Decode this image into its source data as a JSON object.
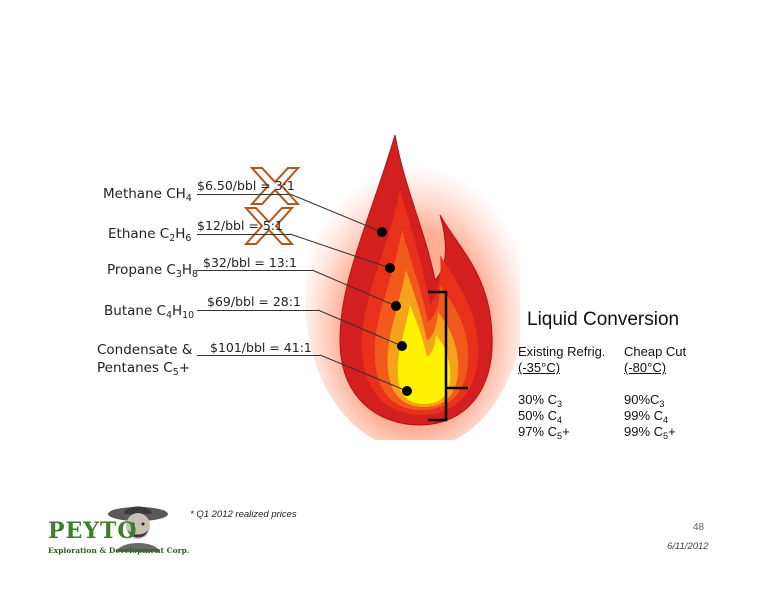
{
  "components": [
    {
      "name": "Methane CH",
      "sub": "4",
      "price": "$6.50/bbl = 3:1",
      "crossed": true
    },
    {
      "name": "Ethane C",
      "sub": "2",
      "name2": "H",
      "sub2": "6",
      "price": "$12/bbl = 5:1",
      "crossed": true
    },
    {
      "name": "Propane C",
      "sub": "3",
      "name2": "H",
      "sub2": "8",
      "price": "$32/bbl = 13:1",
      "crossed": false
    },
    {
      "name": "Butane C",
      "sub": "4",
      "name2": "H",
      "sub2": "10",
      "price": "$69/bbl = 28:1",
      "crossed": false
    },
    {
      "name": "Condensate &",
      "name_line2": "Pentanes C",
      "sub": "5",
      "suffix": "+",
      "price": "$101/bbl = 41:1",
      "crossed": false
    }
  ],
  "liquid_conversion": {
    "title": "Liquid Conversion",
    "col1_header": "Existing Refrig.",
    "col1_temp": "(-35°C)",
    "col2_header": "Cheap Cut",
    "col2_temp": "(-80°C)",
    "col1_rows": [
      {
        "pct": "30% C",
        "sub": "3",
        "suffix": ""
      },
      {
        "pct": "50% C",
        "sub": "4",
        "suffix": ""
      },
      {
        "pct": "97% C",
        "sub": "5",
        "suffix": "+"
      }
    ],
    "col2_rows": [
      {
        "pct": "90%C",
        "sub": "3",
        "suffix": ""
      },
      {
        "pct": "99% C",
        "sub": "4",
        "suffix": ""
      },
      {
        "pct": "99% C",
        "sub": "5",
        "suffix": "+"
      }
    ]
  },
  "footnote": "* Q1 2012 realized prices",
  "page_number": "48",
  "date": "6/11/2012",
  "logo": {
    "name": "PEYTO",
    "tagline": "Exploration & Development Corp."
  },
  "colors": {
    "flame_outer": "#d41f1f",
    "flame_mid": "#f04a1a",
    "flame_orange": "#f7a21b",
    "flame_yellow": "#fff200",
    "cross": "#b5541b",
    "logo_green": "#3d7f2b"
  }
}
